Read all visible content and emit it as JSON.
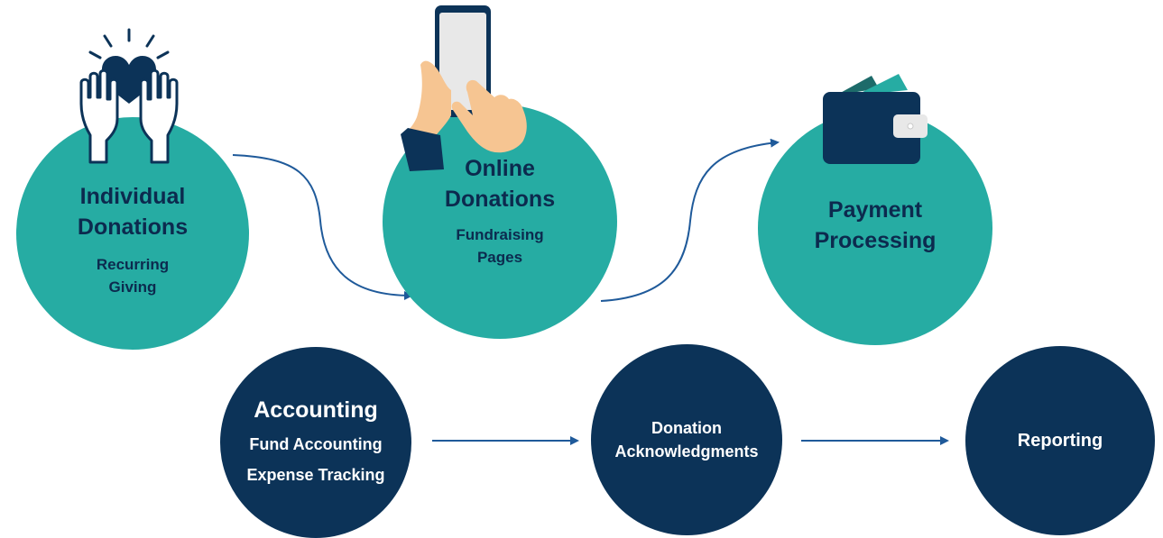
{
  "nodes": {
    "individual": {
      "title_lines": [
        "Individual",
        "Donations"
      ],
      "sub_lines": [
        "Recurring",
        "Giving"
      ]
    },
    "online": {
      "title_lines": [
        "Online",
        "Donations"
      ],
      "sub_lines": [
        "Fundraising",
        "Pages"
      ]
    },
    "payment": {
      "title_lines": [
        "Payment",
        "Processing"
      ]
    },
    "accounting": {
      "title": "Accounting",
      "sub_lines": [
        "Fund Accounting",
        "Expense Tracking"
      ]
    },
    "acknowledgments": {
      "lines": [
        "Donation",
        "Acknowledgments"
      ]
    },
    "reporting": {
      "title": "Reporting"
    }
  },
  "icons": [
    "hands-heart-icon",
    "phone-hand-icon",
    "wallet-icon",
    "arrow-icon"
  ],
  "colors": {
    "teal": "#26aca3",
    "navy": "#0c3358",
    "arrow": "#1f5a9a"
  }
}
